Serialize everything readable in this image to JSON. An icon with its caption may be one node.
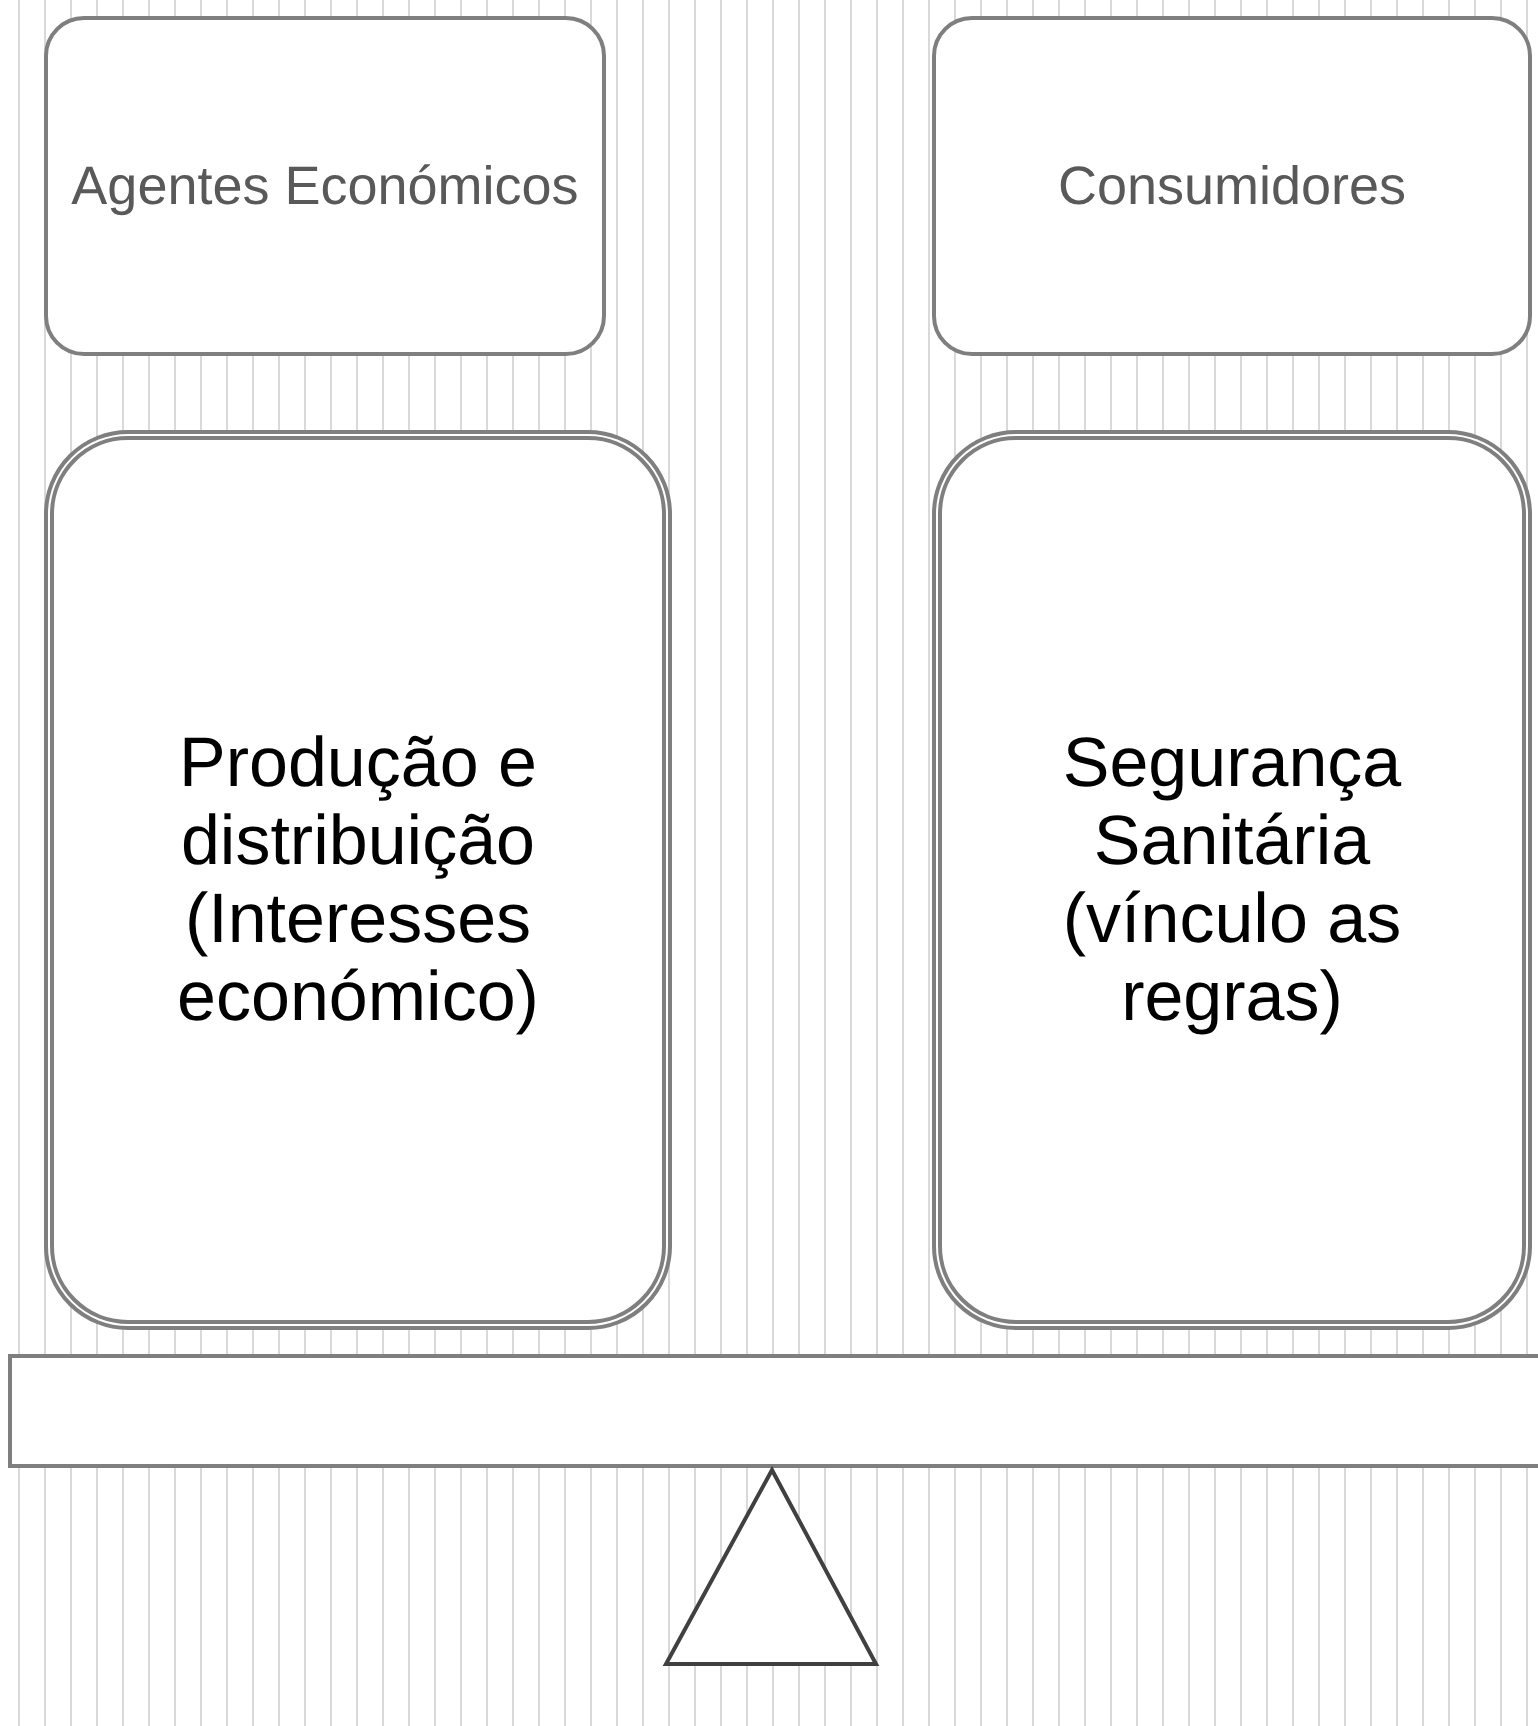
{
  "diagram": {
    "nodes": [
      {
        "text": [
          "Agentes Económicos"
        ]
      },
      {
        "text": [
          "Consumidores"
        ]
      },
      {
        "text": [
          "Produção e distribuição (Interesses económico)"
        ]
      },
      {
        "text": [
          "Segurança Sanitária (vínculo as regras)"
        ]
      }
    ]
  }
}
